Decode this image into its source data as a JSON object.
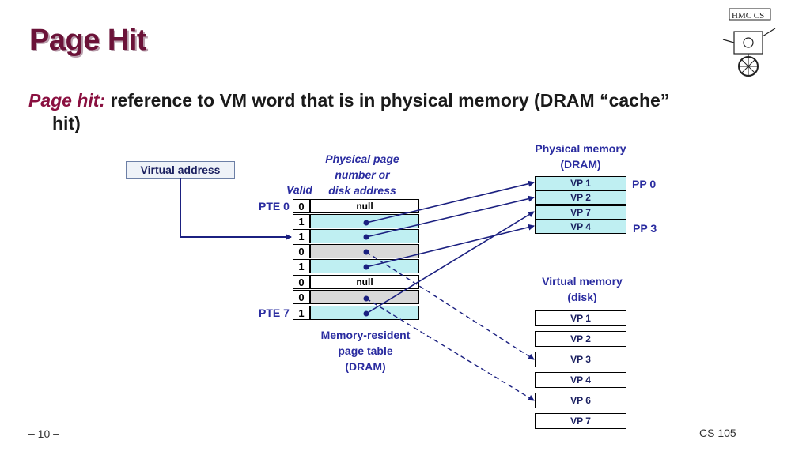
{
  "title": "Page Hit",
  "subtitle": {
    "term": "Page hit:",
    "line1": " reference to VM word that is in physical memory (DRAM “cache”",
    "line2": "hit)"
  },
  "virtual_address_label": "Virtual address",
  "page_table": {
    "valid_header": "Valid",
    "addr_header": [
      "Physical page",
      "number or",
      "disk address"
    ],
    "pte0_label": "PTE 0",
    "pte7_label": "PTE 7",
    "caption": [
      "Memory-resident",
      "page table",
      "(DRAM)"
    ],
    "rows": [
      {
        "valid": "0",
        "addr": "null"
      },
      {
        "valid": "1",
        "addr": ""
      },
      {
        "valid": "1",
        "addr": ""
      },
      {
        "valid": "0",
        "addr": ""
      },
      {
        "valid": "1",
        "addr": ""
      },
      {
        "valid": "0",
        "addr": "null"
      },
      {
        "valid": "0",
        "addr": ""
      },
      {
        "valid": "1",
        "addr": ""
      }
    ]
  },
  "physical_memory": {
    "title": [
      "Physical memory",
      "(DRAM)"
    ],
    "pages": [
      "VP 1",
      "VP 2",
      "VP 7",
      "VP 4"
    ],
    "pp0_label": "PP 0",
    "pp3_label": "PP 3"
  },
  "virtual_memory": {
    "title": [
      "Virtual memory",
      "(disk)"
    ],
    "pages": [
      "VP 1",
      "VP 2",
      "VP 3",
      "VP 4",
      "VP 6",
      "VP 7"
    ]
  },
  "logo_text": "HMC CS",
  "footer": {
    "page": "– 10 –",
    "course": "CS 105"
  },
  "colors": {
    "title": "#6b1238",
    "term": "#8a1040",
    "cyan_fill": "#bfeff2",
    "gray_fill": "#d9d9d9",
    "arrow": "#1b2080"
  }
}
